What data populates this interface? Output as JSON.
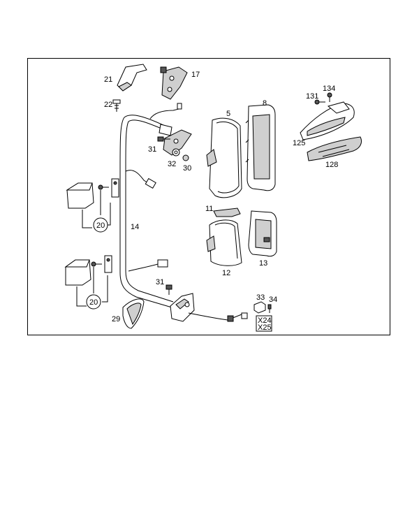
{
  "diagram": {
    "labels": {
      "p21": "21",
      "p17": "17",
      "p22": "22",
      "p31a": "31",
      "p32": "32",
      "p30": "30",
      "p5": "5",
      "p8": "8",
      "p131": "131",
      "p134": "134",
      "p125": "125",
      "p128": "128",
      "p11": "11",
      "p12": "12",
      "p13": "13",
      "p14": "14",
      "p20a": "20",
      "p20b": "20",
      "p31b": "31",
      "p29": "29",
      "p33": "33",
      "p34": "34",
      "x24": "X24",
      "x25": "X25"
    }
  }
}
